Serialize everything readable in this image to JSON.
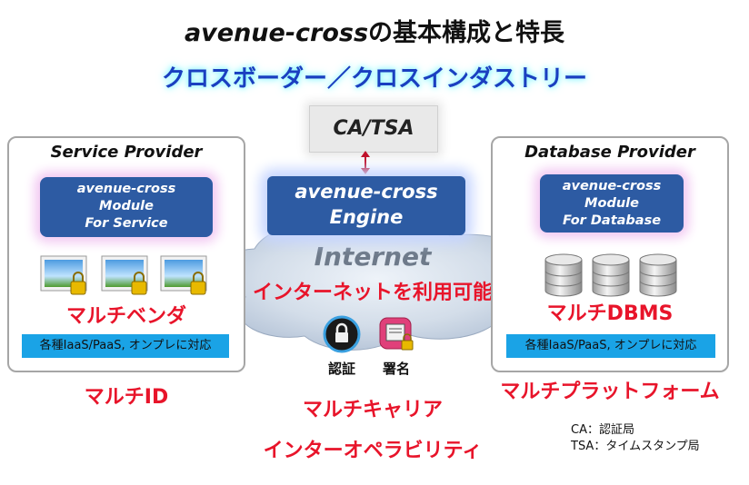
{
  "title": {
    "italic": "avenue-cross",
    "rest": "の基本構成と特長"
  },
  "subtitle": "クロスボーダー／クロスインダストリー",
  "ca_box": "CA/TSA",
  "engine": {
    "line1": "avenue-cross",
    "line2": "Engine"
  },
  "cloud": {
    "title": "Internet",
    "subtitle": "インターネットを利用可能"
  },
  "service_provider": {
    "title": "Service Provider",
    "module": [
      "avenue-cross",
      "Module",
      "For Service"
    ],
    "feature": "マルチベンダ",
    "bar": "各種IaaS/PaaS, オンプレに対応",
    "below": "マルチID"
  },
  "database_provider": {
    "title": "Database Provider",
    "module": [
      "avenue-cross",
      "Module",
      "For Database"
    ],
    "feature": "マルチDBMS",
    "bar": "各種IaaS/PaaS, オンプレに対応",
    "below": "マルチプラットフォーム"
  },
  "icons": {
    "auth": "認証",
    "sign": "署名"
  },
  "center_bottom": [
    "マルチキャリア",
    "インターオペラビリティ"
  ],
  "legend": [
    "CA：認証局",
    "TSA：タイムスタンプ局"
  ],
  "colors": {
    "accent_red": "#e8142a",
    "module_blue": "#2d5ba3",
    "bar_blue": "#1aa3e6",
    "subtitle_blue": "#1a3fc0"
  }
}
